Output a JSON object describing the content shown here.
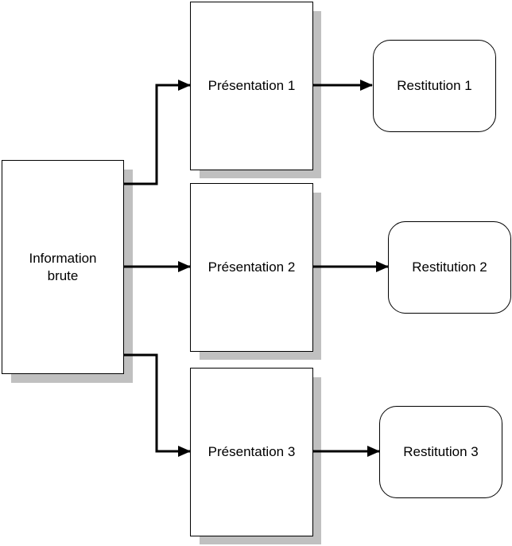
{
  "source": {
    "label_line1": "Information",
    "label_line2": "brute"
  },
  "presentations": [
    {
      "label": "Présentation 1"
    },
    {
      "label": "Présentation 2"
    },
    {
      "label": "Présentation 3"
    }
  ],
  "restitutions": [
    {
      "label": "Restitution 1"
    },
    {
      "label": "Restitution 2"
    },
    {
      "label": "Restitution 3"
    }
  ],
  "colors": {
    "line": "#000000",
    "shadow": "#c0c0c0",
    "background": "#ffffff"
  }
}
